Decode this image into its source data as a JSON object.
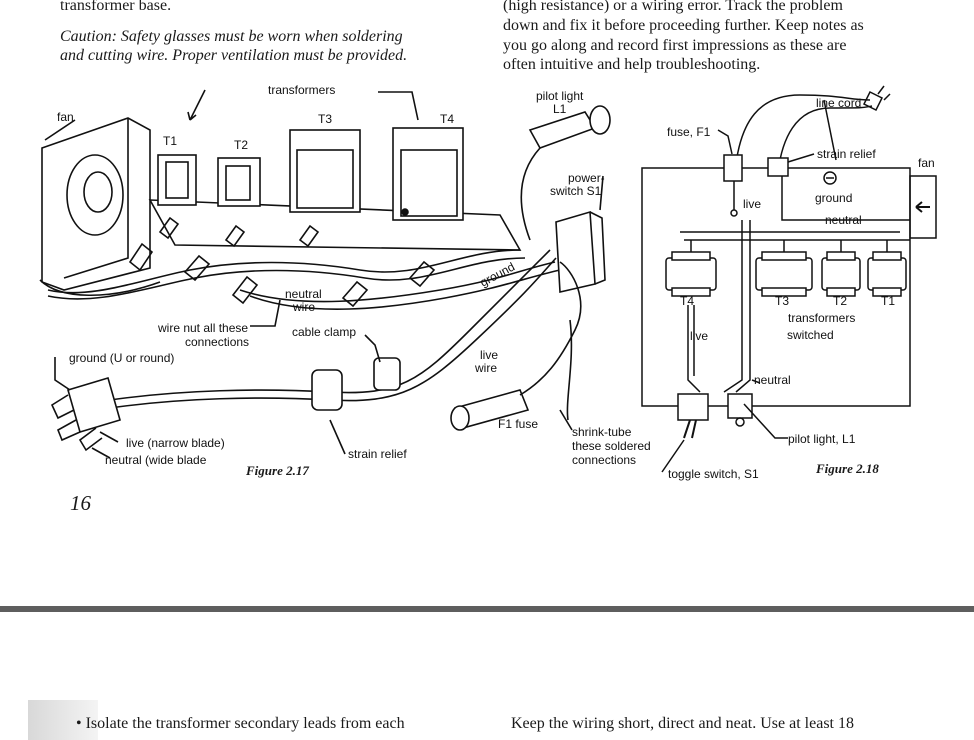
{
  "top_text": {
    "left_line0": "transformer base.",
    "caution_line1": "Caution: Safety glasses must be worn when soldering",
    "caution_line2": "and cutting wire. Proper ventilation must be provided.",
    "right_line1": "(high resistance) or a wiring error. Track the problem",
    "right_line2": "down and fix it before proceeding further. Keep notes as",
    "right_line3": "you go along and record first impressions as these are",
    "right_line4": "often intuitive and help troubleshooting."
  },
  "figure_217": {
    "caption": "Figure 2.17",
    "labels": {
      "fan": "fan",
      "transformers": "transformers",
      "t1": "T1",
      "t2": "T2",
      "t3": "T3",
      "t4": "T4",
      "pilot_light": "pilot light",
      "l1": "L1",
      "power_switch": "power-",
      "power_switch2": "switch S1",
      "ground_wire": "ground",
      "neutral_wire1": "neutral",
      "neutral_wire2": "wire",
      "wire_nut1": "wire nut all these",
      "wire_nut2": "connections",
      "cable_clamp": "cable clamp",
      "ground_plug": "ground (U or round)",
      "live_wire1": "live",
      "live_wire2": "wire",
      "f1_fuse": "F1 fuse",
      "shrink1": "shrink-tube",
      "shrink2": "these soldered",
      "shrink3": "connections",
      "strain_relief": "strain relief",
      "live_blade": "live (narrow blade)",
      "neutral_blade": "neutral (wide blade"
    }
  },
  "figure_218": {
    "caption": "Figure 2.18",
    "labels": {
      "line_cord": "line cord",
      "fuse": "fuse, F1",
      "strain_relief": "strain relief",
      "fan": "fan",
      "ground": "ground",
      "live_top": "live",
      "neutral_top": "neutral",
      "t4": "T4",
      "t3": "T3",
      "t2": "T2",
      "t1": "T1",
      "transformers1": "transformers",
      "transformers2": "switched",
      "live_mid": "live",
      "neutral_mid": "neutral",
      "pilot": "pilot light, L1",
      "toggle": "toggle switch, S1"
    }
  },
  "page_number": "16",
  "bottom_text": {
    "left": "• Isolate the transformer secondary leads from each",
    "right": "Keep the wiring short, direct and neat. Use at least 18"
  }
}
